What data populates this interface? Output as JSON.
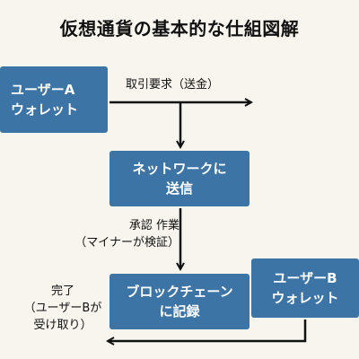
{
  "title": "仮想通貨の基本的な仕組図解",
  "nodes": {
    "wallet_a": {
      "line1": "ユーザーA",
      "line2": "ウォレット"
    },
    "network": {
      "line1": "ネットワークに",
      "line2": "送信"
    },
    "blockchain": {
      "line1": "ブロックチェーン",
      "line2": "に記録"
    },
    "wallet_b": {
      "line1": "ユーザーB",
      "line2": "ウォレット"
    }
  },
  "edges": {
    "request": "取引要求（送金）",
    "approval": {
      "line1": "承認 作業",
      "line2": "（マイナーが検証）"
    },
    "complete": {
      "line1": "完了",
      "line2": "（ユーザーBが",
      "line3": "受け取り）"
    }
  },
  "colors": {
    "box": "#3d74a6",
    "arrow": "#111111",
    "background": "#f8f4ee"
  }
}
